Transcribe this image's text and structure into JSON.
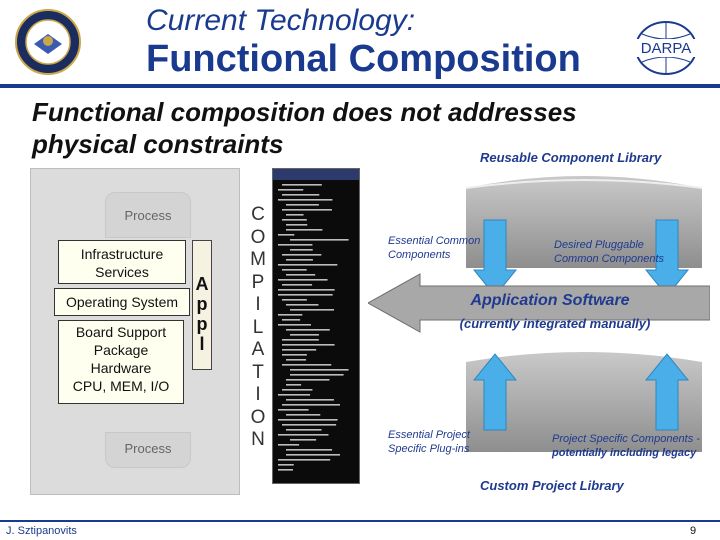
{
  "title": {
    "line1": "Current Technology:",
    "line2": "Functional Composition",
    "darpa": "DARPA"
  },
  "headline": {
    "line1": "Functional composition does not addresses",
    "line2": "physical constraints"
  },
  "platform": {
    "process_top": "Process",
    "infrastructure": "Infrastructure Services",
    "os": "Operating System",
    "bsp_line1": "Board Support",
    "bsp_line2": "Package",
    "bsp_line3": "Hardware",
    "bsp_line4": "CPU, MEM, I/O",
    "process_bottom": "Process",
    "appl": [
      "A",
      "p",
      "p",
      "l"
    ]
  },
  "composition_letters": [
    "C",
    "O",
    "M",
    "P",
    "I",
    "L",
    "A",
    "T",
    "I",
    "O",
    "N"
  ],
  "libraries": {
    "reusable": "Reusable Component Library",
    "essential_common": "Essential Common Components",
    "desired": "Desired Pluggable Common Components",
    "app_software": "Application Software",
    "app_note": "(currently integrated manually)",
    "essential_project": "Essential Project Specific Plug-ins",
    "project_specific": "Project Specific Components -",
    "project_specific_note": "potentially including legacy",
    "custom": "Custom Project Library"
  },
  "footer": {
    "author": "J. Sztipanovits",
    "page": "9"
  },
  "colors": {
    "title_blue": "#1a3a8f",
    "library_blue": "#1f3a8f",
    "arrow_gray": "#a8a8a8",
    "arrow_light_blue": "#4aaee8"
  }
}
